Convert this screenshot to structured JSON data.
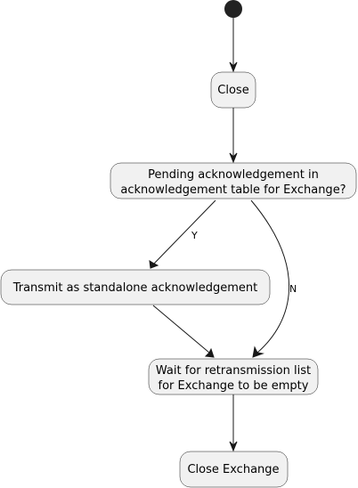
{
  "diagram": {
    "nodes": {
      "close": "Close",
      "decision_line1": "Pending acknowledgement in",
      "decision_line2": "acknowledgement table for Exchange?",
      "transmit": "Transmit as standalone acknowledgement",
      "wait_line1": "Wait for retransmission list",
      "wait_line2": "for Exchange to be empty",
      "close_exchange": "Close Exchange"
    },
    "edges": {
      "yes_label": "Y",
      "no_label": "N"
    }
  }
}
